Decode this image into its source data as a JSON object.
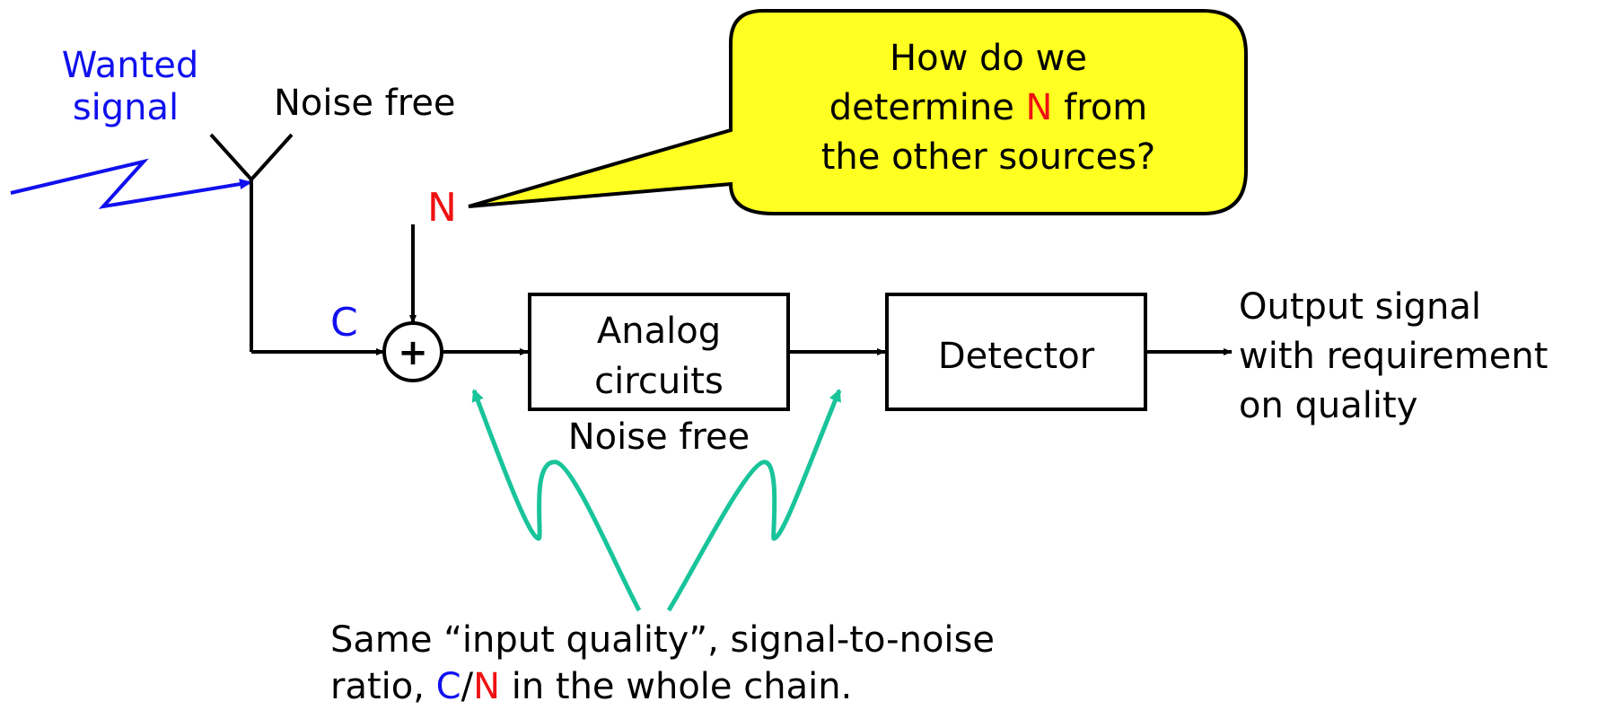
{
  "wanted_signal": {
    "line1": "Wanted",
    "line2": "signal",
    "color": "#1010ee"
  },
  "antenna_label": "Noise free",
  "callout": {
    "line1": "How do we",
    "line2_a": "determine ",
    "line2_n": "N",
    "line2_b": " from",
    "line3": "the other sources?",
    "fill": "#ffff22"
  },
  "n_label": "N",
  "c_label": "C",
  "adder_symbol": "+",
  "analog_box": {
    "line1": "Analog",
    "line2": "circuits"
  },
  "analog_noise_label": "Noise free",
  "detector_box": {
    "label": "Detector"
  },
  "output": {
    "line1": "Output signal",
    "line2": "with requirement",
    "line3": "on quality"
  },
  "footnote": {
    "line1": "Same “input quality”, signal-to-noise",
    "line2_a": "ratio, ",
    "line2_c": "C",
    "line2_slash": "/",
    "line2_n": "N",
    "line2_b": " in the whole chain."
  },
  "colors": {
    "c": "#1010ee",
    "n": "#ee1111",
    "arrow_teal": "#19c49a",
    "line": "#000000"
  }
}
